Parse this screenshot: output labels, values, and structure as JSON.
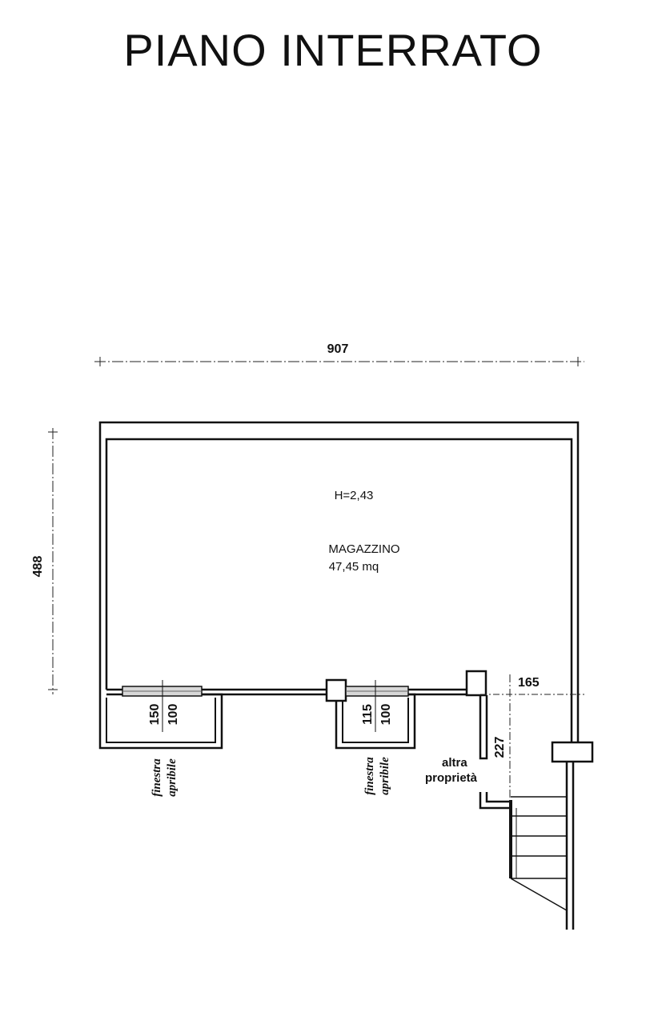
{
  "title": "PIANO INTERRATO",
  "dimensions": {
    "overall_width": "907",
    "overall_depth": "488",
    "stair_width": "165",
    "passage_length": "227"
  },
  "room": {
    "height": "H=2,43",
    "name": "MAGAZZINO",
    "area": "47,45 mq"
  },
  "window_left": {
    "width": "150",
    "height": "100",
    "label_line1": "finestra",
    "label_line2": "apribile"
  },
  "window_center": {
    "width": "115",
    "height": "100",
    "label_line1": "finestra",
    "label_line2": "apribile"
  },
  "neighbor": {
    "line1": "altra",
    "line2": "proprietà"
  }
}
